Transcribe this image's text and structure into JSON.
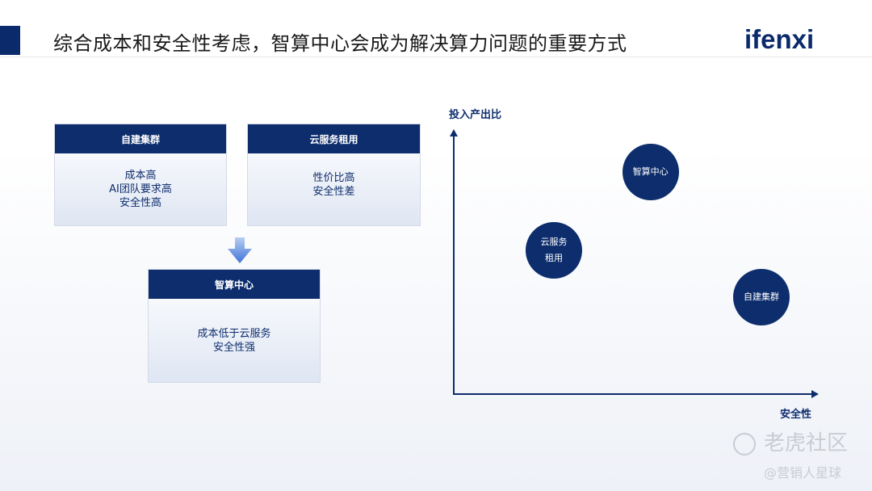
{
  "header": {
    "title": "综合成本和安全性考虑，智算中心会成为解决算力问题的重要方式",
    "logo": "ifenxi"
  },
  "boxes": [
    {
      "title": "自建集群",
      "lines": [
        "成本高",
        "AI团队要求高",
        "安全性高"
      ]
    },
    {
      "title": "云服务租用",
      "lines": [
        "性价比高",
        "安全性差"
      ]
    },
    {
      "title": "智算中心",
      "lines": [
        "成本低于云服务",
        "安全性强"
      ]
    }
  ],
  "chart": {
    "y_label": "投入产出比",
    "x_label": "安全性",
    "points": [
      {
        "label_lines": [
          "智算中心"
        ],
        "security": 0.55,
        "roi": 0.85
      },
      {
        "label_lines": [
          "云服务",
          "租用"
        ],
        "security": 0.28,
        "roi": 0.55
      },
      {
        "label_lines": [
          "自建集群"
        ],
        "security": 0.86,
        "roi": 0.37
      }
    ]
  },
  "watermark": {
    "brand": "老虎社区",
    "handle": "@营销人星球"
  },
  "colors": {
    "primary": "#0d2d6d"
  }
}
